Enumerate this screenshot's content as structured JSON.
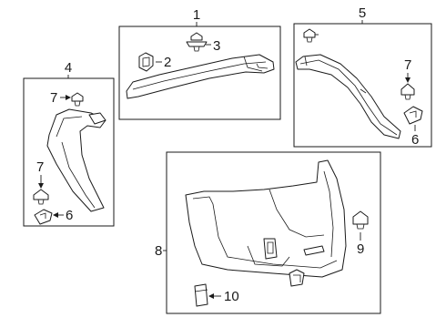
{
  "callouts": {
    "part_1": "1",
    "part_2": "2",
    "part_3": "3",
    "part_4": "4",
    "part_5": "5",
    "part_6_left": "6",
    "part_6_right": "6",
    "part_7_upper_left": "7",
    "part_7_lower_left": "7",
    "part_7_right": "7",
    "part_8": "8",
    "part_9": "9",
    "part_10": "10"
  },
  "colors": {
    "line": "#1a1a1a",
    "background": "#ffffff"
  }
}
